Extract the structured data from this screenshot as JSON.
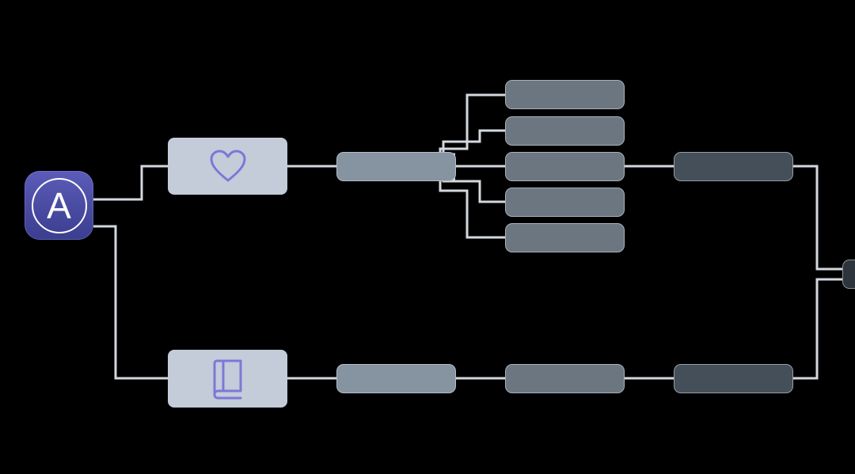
{
  "app": {
    "letter": "A",
    "icon": "app-store-icon"
  },
  "branches": [
    {
      "name": "favorites-branch",
      "icon": "heart-icon"
    },
    {
      "name": "library-branch",
      "icon": "book-icon"
    }
  ],
  "colors": {
    "background": "#000000",
    "connector": "#d3d8de",
    "app_icon": "#4a4ca6",
    "glyph": "#7b78d8",
    "tier_light": "#c3ccd8",
    "tier_mid": "#8693a0",
    "tier_slate": "#6b7680",
    "tier_dark": "#454f59"
  }
}
